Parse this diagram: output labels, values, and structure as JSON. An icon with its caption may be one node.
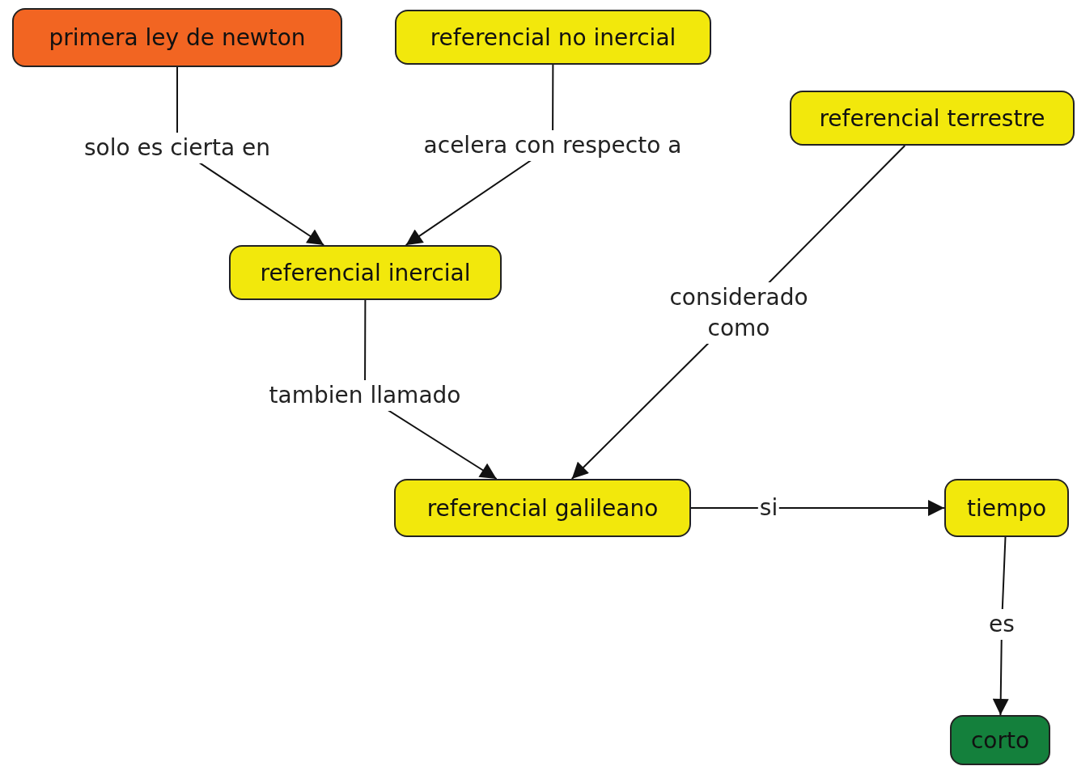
{
  "diagram": {
    "nodes": [
      {
        "text": [
          "primera ley de newton"
        ]
      },
      {
        "text": [
          "referencial no inercial"
        ]
      },
      {
        "text": [
          "referencial terrestre"
        ]
      },
      {
        "text": [
          "referencial inercial"
        ]
      },
      {
        "text": [
          "referencial galileano"
        ]
      },
      {
        "text": [
          "tiempo"
        ]
      },
      {
        "text": [
          "corto"
        ]
      }
    ],
    "edges": [
      {
        "from": 0,
        "to": 3,
        "arrow": "to",
        "label": "solo es cierta en"
      },
      {
        "from": 1,
        "to": 3,
        "arrow": "to",
        "label": "acelera con respecto a"
      },
      {
        "from": 2,
        "to": 4,
        "arrow": "to",
        "label": "considerado como"
      },
      {
        "from": 3,
        "to": 4,
        "arrow": "to",
        "label": "tambien llamado"
      },
      {
        "from": 4,
        "to": 5,
        "arrow": "to",
        "label": "si"
      },
      {
        "from": 5,
        "to": 6,
        "arrow": "to",
        "label": "es"
      }
    ]
  }
}
